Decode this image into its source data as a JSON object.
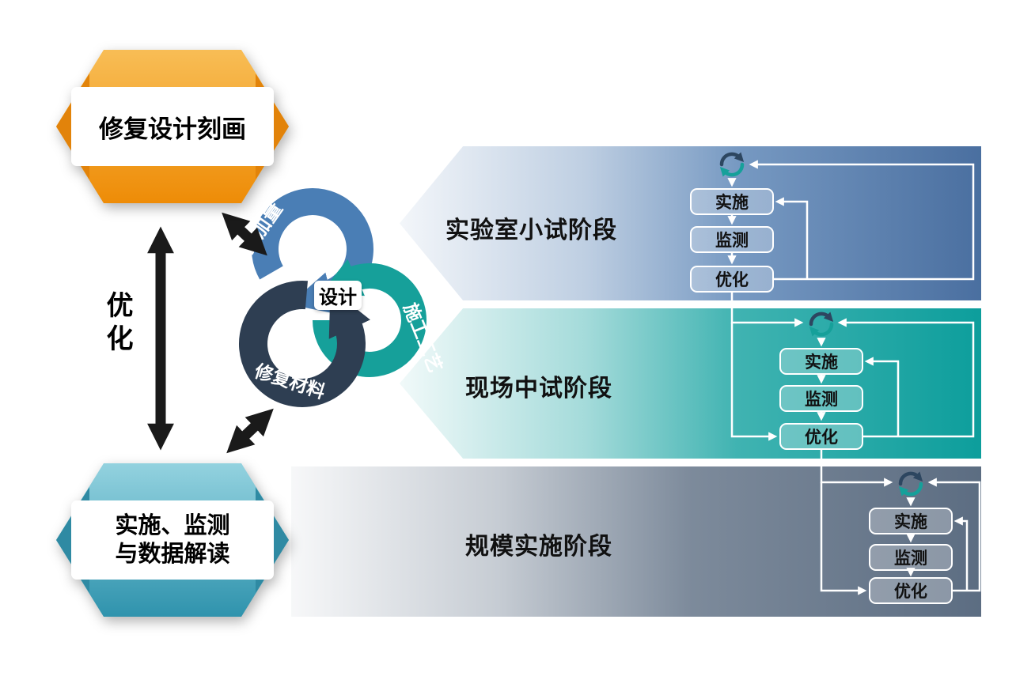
{
  "left_flow": {
    "top_box_label": "修复设计刻画",
    "bottom_box_label_line1": "实施、监测",
    "bottom_box_label_line2": "与数据解读",
    "between_label": "优化"
  },
  "design_cycle": {
    "center_label": "设计",
    "ring_labels": {
      "blue": "投加量",
      "teal": "施工工艺",
      "navy": "修复材料"
    }
  },
  "stages": [
    {
      "name": "实验室小试阶段",
      "steps": [
        "实施",
        "监测",
        "优化"
      ]
    },
    {
      "name": "现场中试阶段",
      "steps": [
        "实施",
        "监测",
        "优化"
      ]
    },
    {
      "name": "规模实施阶段",
      "steps": [
        "实施",
        "监测",
        "优化"
      ]
    }
  ],
  "icons": {
    "cycle_icon": "sync-cycle-arrows",
    "double_arrow": "bidirectional-arrow"
  },
  "colors": {
    "orange_box": "#f0920c",
    "teal_box": "#3b9cb5",
    "band_lab": "#4a6fa0",
    "band_field": "#0d9e9c",
    "band_scale": "#5c6d82",
    "ring_blue": "#4a7eb5",
    "ring_teal": "#16a09a",
    "ring_navy": "#2e3e52",
    "connector_white": "#ffffff",
    "arrow_black": "#1a1a1a"
  }
}
